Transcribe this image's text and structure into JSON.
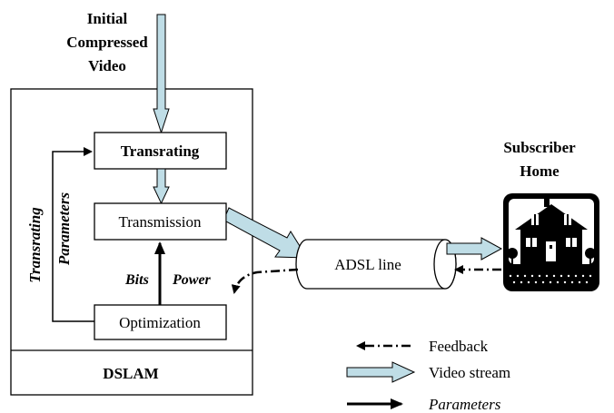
{
  "input_label": [
    "Initial",
    "Compressed",
    "Video"
  ],
  "blocks": {
    "transrating": "Transrating",
    "transmission": "Transmission",
    "optimization": "Optimization",
    "dslam": "DSLAM",
    "adsl": "ADSL line"
  },
  "side_label": [
    "Transrating",
    "Parameters"
  ],
  "bits_label": "Bits",
  "power_label": "Power",
  "home_label": [
    "Subscriber",
    "Home"
  ],
  "legend": {
    "feedback": "Feedback",
    "video": "Video stream",
    "parameters": "Parameters"
  },
  "colors": {
    "video_arrow_fill": "#bfdde6",
    "line": "#000000",
    "background": "#ffffff"
  },
  "icons": {
    "home": "house-icon"
  }
}
